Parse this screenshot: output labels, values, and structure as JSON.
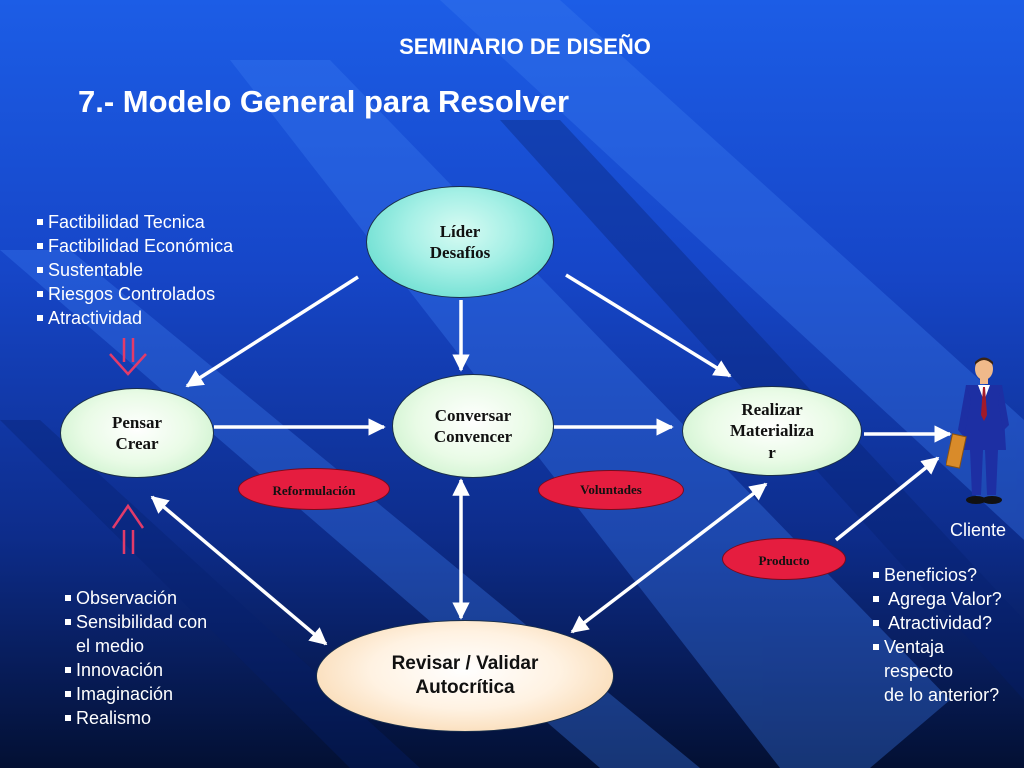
{
  "header": {
    "subtitle": "SEMINARIO DE DISEÑO",
    "title": "7.- Modelo General para Resolver"
  },
  "criteria_list": [
    "Factibilidad Tecnica",
    "Factibilidad Económica",
    "Sustentable",
    "Riesgos Controlados",
    "Atractividad"
  ],
  "creativity_list": [
    "Observación",
    "Sensibilidad con",
    "el medio",
    "Innovación",
    "Imaginación",
    "Realismo"
  ],
  "client_list": [
    "Beneficios?",
    " Agrega Valor?",
    " Atractividad?",
    "Ventaja",
    "respecto",
    "de lo anterior?"
  ],
  "nodes": {
    "lider": {
      "line1": "Líder",
      "line2": "Desafíos"
    },
    "pensar": {
      "line1": "Pensar",
      "line2": "Crear"
    },
    "conversar": {
      "line1": "Conversar",
      "line2": "Convencer"
    },
    "realizar": {
      "line1": "Realizar",
      "line2": "Materializa",
      "line3": "r"
    },
    "revisar": {
      "line1": "Revisar / Validar",
      "line2": "Autocrítica"
    }
  },
  "pills": {
    "reformulacion": "Reformulación",
    "voluntades": "Voluntades",
    "producto": "Producto"
  },
  "client": {
    "label": "Cliente"
  },
  "icons": {
    "down_arrow": "hollow-down-arrow-icon",
    "up_arrow": "hollow-up-arrow-icon",
    "person": "businessman-icon"
  },
  "colors": {
    "node_teal": "#4fd6c7",
    "node_peach": "#f6cd9a",
    "pill_red": "#e51d3f",
    "arrow": "#ffffff",
    "hollow_arrow": "#e23b6a"
  }
}
